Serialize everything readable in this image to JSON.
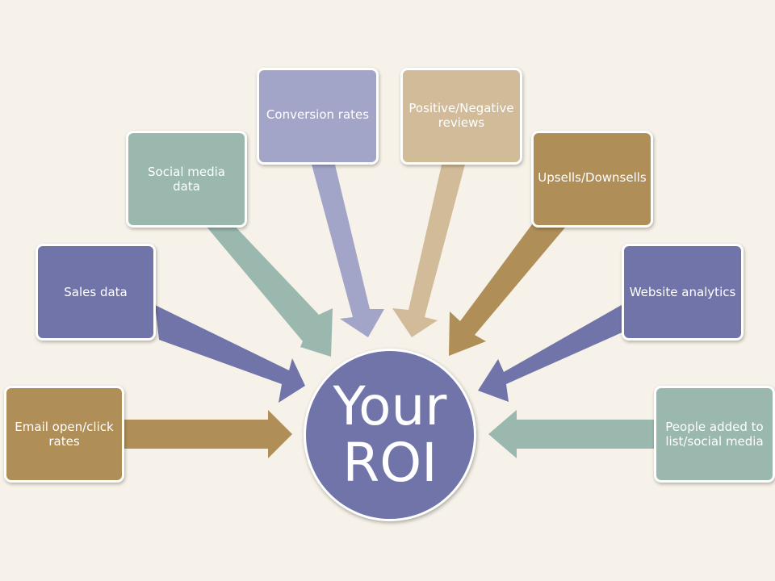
{
  "center": {
    "line1": "Your",
    "line2": "ROI",
    "color": "#7174a9"
  },
  "sources": [
    {
      "id": "email",
      "label": "Email open/click rates",
      "color": "#b08e58",
      "arrow_color": "#b08e58"
    },
    {
      "id": "sales",
      "label": "Sales data",
      "color": "#7174a9",
      "arrow_color": "#7174a9"
    },
    {
      "id": "social",
      "label": "Social media data",
      "color": "#9ab8ae",
      "arrow_color": "#9ab8ae"
    },
    {
      "id": "conversion",
      "label": "Conversion rates",
      "color": "#a3a5c8",
      "arrow_color": "#a3a5c8"
    },
    {
      "id": "reviews",
      "label": "Positive/Negative reviews",
      "color": "#d1bb98",
      "arrow_color": "#d1bb98"
    },
    {
      "id": "upsells",
      "label": "Upsells/Downsells",
      "color": "#b08e58",
      "arrow_color": "#b08e58"
    },
    {
      "id": "website",
      "label": "Website analytics",
      "color": "#7174a9",
      "arrow_color": "#7174a9"
    },
    {
      "id": "people",
      "label": "People added to list/social media",
      "color": "#9ab8ae",
      "arrow_color": "#9ab8ae"
    }
  ]
}
